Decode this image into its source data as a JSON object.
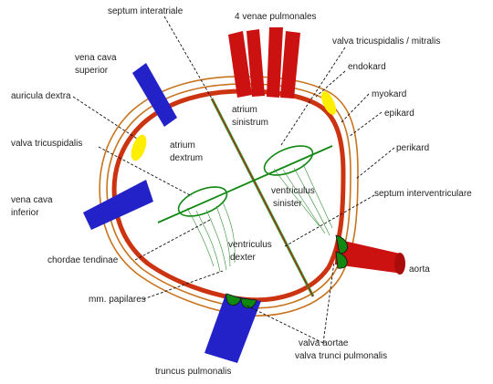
{
  "labels": {
    "septum_interatriale": "septum interatriale",
    "venae_pulmonales": "4 venae pulmonales",
    "vena_cava_superior_1": "vena cava",
    "vena_cava_superior_2": "superior",
    "valva_tricuspidalis_mitralis": "valva tricuspidalis / mitralis",
    "endokard": "endokard",
    "auricula_dextra": "auricula dextra",
    "myokard": "myokard",
    "epikard": "epikard",
    "atrium_sinistrum_1": "atrium",
    "atrium_sinistrum_2": "sinistrum",
    "atrium_dextrum_1": "atrium",
    "atrium_dextrum_2": "dextrum",
    "valva_tricuspidalis": "valva tricuspidalis",
    "perikard": "perikard",
    "ventriculus_sinister_1": "ventriculus",
    "ventriculus_sinister_2": "sinister",
    "vena_cava_inferior_1": "vena cava",
    "vena_cava_inferior_2": "inferior",
    "septum_interventriculare": "septum interventriculare",
    "chordae_tendinae": "chordae tendinae",
    "ventriculus_dexter_1": "ventriculus",
    "ventriculus_dexter_2": "dexter",
    "aorta": "aorta",
    "mm_papilares": "mm. papilares",
    "valva_aortae": "valva aortae",
    "valva_trunci_pulmonalis": "valva trunci pulmonalis",
    "truncus_pulmonalis": "truncus pulmonalis"
  },
  "colors": {
    "myokard": "#cc3311",
    "pericardium_layers": "#c8741f",
    "arteries": "#cc1111",
    "veins": "#2222c8",
    "valves_green": "#118811",
    "auricula_yellow": "#ffee00",
    "septum_line": "#2e9e2e"
  }
}
